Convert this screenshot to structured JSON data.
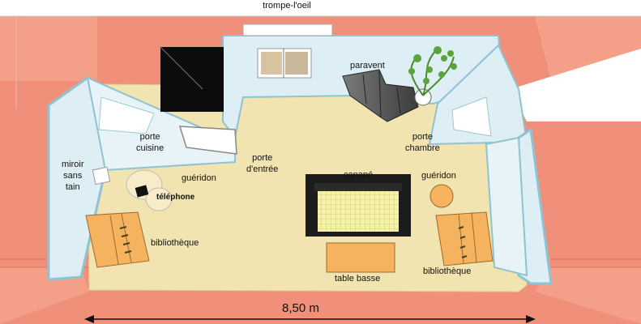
{
  "title": "trompe-l'oeil",
  "dimension": "8,50 m",
  "labels": {
    "paravent": "paravent",
    "porte_cuisine": "porte\ncuisine",
    "porte_entree": "porte\nd'entrée",
    "porte_chambre": "porte\nchambre",
    "miroir": "miroir\nsans\ntain",
    "gueridon_left": "guéridon",
    "gueridon_right": "guéridon",
    "telephone": "téléphone",
    "bibliotheque_left": "bibliothèque",
    "bibliotheque_right": "bibliothèque",
    "canape": "canapé",
    "table_basse": "table basse"
  },
  "colors": {
    "outer_wall": "#f0907a",
    "floor": "#f2e4b0",
    "wall_panel": "#ddeef4",
    "wall_edge": "#8fc3d2",
    "furniture_wood": "#f5b35f",
    "sofa": "#1c1c1c",
    "cushion": "#f6f3a8",
    "screen": "#4a4a4a",
    "plant": "#5aa43a"
  }
}
